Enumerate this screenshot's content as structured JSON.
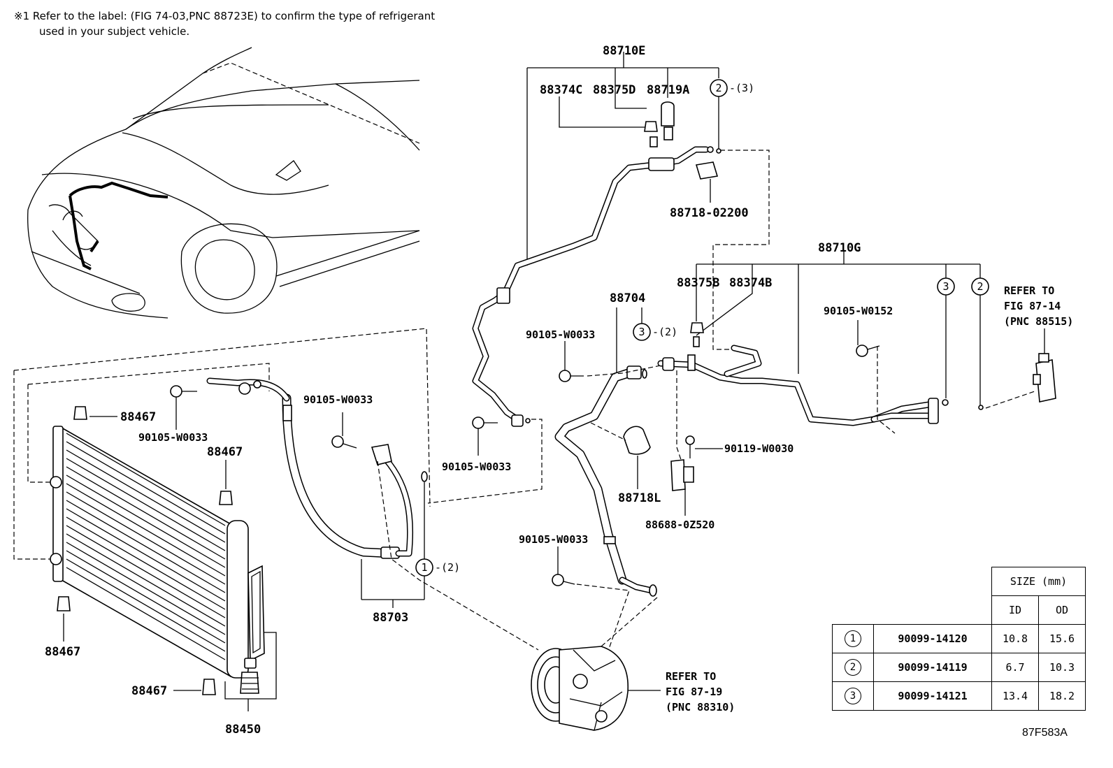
{
  "note": {
    "line1": "※1 Refer to the label: (FIG 74-03,PNC 88723E) to confirm the type of refrigerant",
    "line2": "used in your subject vehicle."
  },
  "labels": {
    "p88710E": "88710E",
    "p88374C": "88374C",
    "p88375D": "88375D",
    "p88719A": "88719A",
    "c2_3": "-(3)",
    "p88718_02200": "88718-02200",
    "p88710G": "88710G",
    "p88375B": "88375B",
    "p88374B": "88374B",
    "p88704": "88704",
    "c3_2": "-(2)",
    "b90105_W0033_a": "90105-W0033",
    "b90105_W0152": "90105-W0152",
    "b90105_W0033_b": "90105-W0033",
    "b90105_W0033_c": "90105-W0033",
    "b90105_W0033_d": "90105-W0033",
    "b90105_W0033_e": "90105-W0033",
    "b90119_W0030": "90119-W0030",
    "p88718L": "88718L",
    "p88688_0Z520": "88688-0Z520",
    "p88467_a": "88467",
    "p88467_b": "88467",
    "p88467_c": "88467",
    "p88467_d": "88467",
    "p88703": "88703",
    "c1_2": "-(2)",
    "p88450": "88450",
    "refer1": [
      "REFER TO",
      "FIG 87-14",
      "(PNC 88515)"
    ],
    "refer2": [
      "REFER TO",
      "FIG 87-19",
      "(PNC 88310)"
    ],
    "circle1": "1",
    "circle2": "2",
    "circle3": "3"
  },
  "size_table": {
    "header": "SIZE (mm)",
    "col_id": "ID",
    "col_od": "OD",
    "rows": [
      {
        "key": "1",
        "part": "90099-14120",
        "id": "10.8",
        "od": "15.6"
      },
      {
        "key": "2",
        "part": "90099-14119",
        "id": "6.7",
        "od": "10.3"
      },
      {
        "key": "3",
        "part": "90099-14121",
        "id": "13.4",
        "od": "18.2"
      }
    ]
  },
  "drawing_code": "87F583A"
}
